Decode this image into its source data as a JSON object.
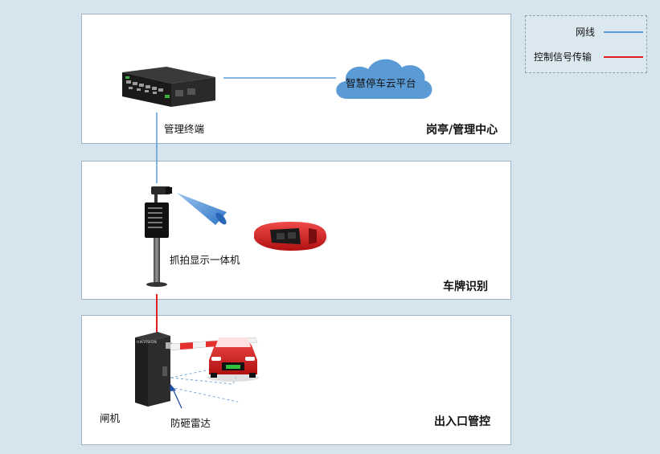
{
  "legend": {
    "network_label": "网线",
    "control_label": "控制信号传输",
    "network_color": "#5b9bd5",
    "control_color": "#e02020"
  },
  "panels": {
    "booth_title": "岗亭/管理中心",
    "plate_title": "车牌识别",
    "gate_title": "出入口管控"
  },
  "devices": {
    "terminal_label": "管理终端",
    "cloud_label": "智慧停车云平台",
    "camera_label": "抓拍显示一体机",
    "barrier_label": "闸机",
    "radar_label": "防砸雷达",
    "barrier_brand": "HIKVISION"
  }
}
